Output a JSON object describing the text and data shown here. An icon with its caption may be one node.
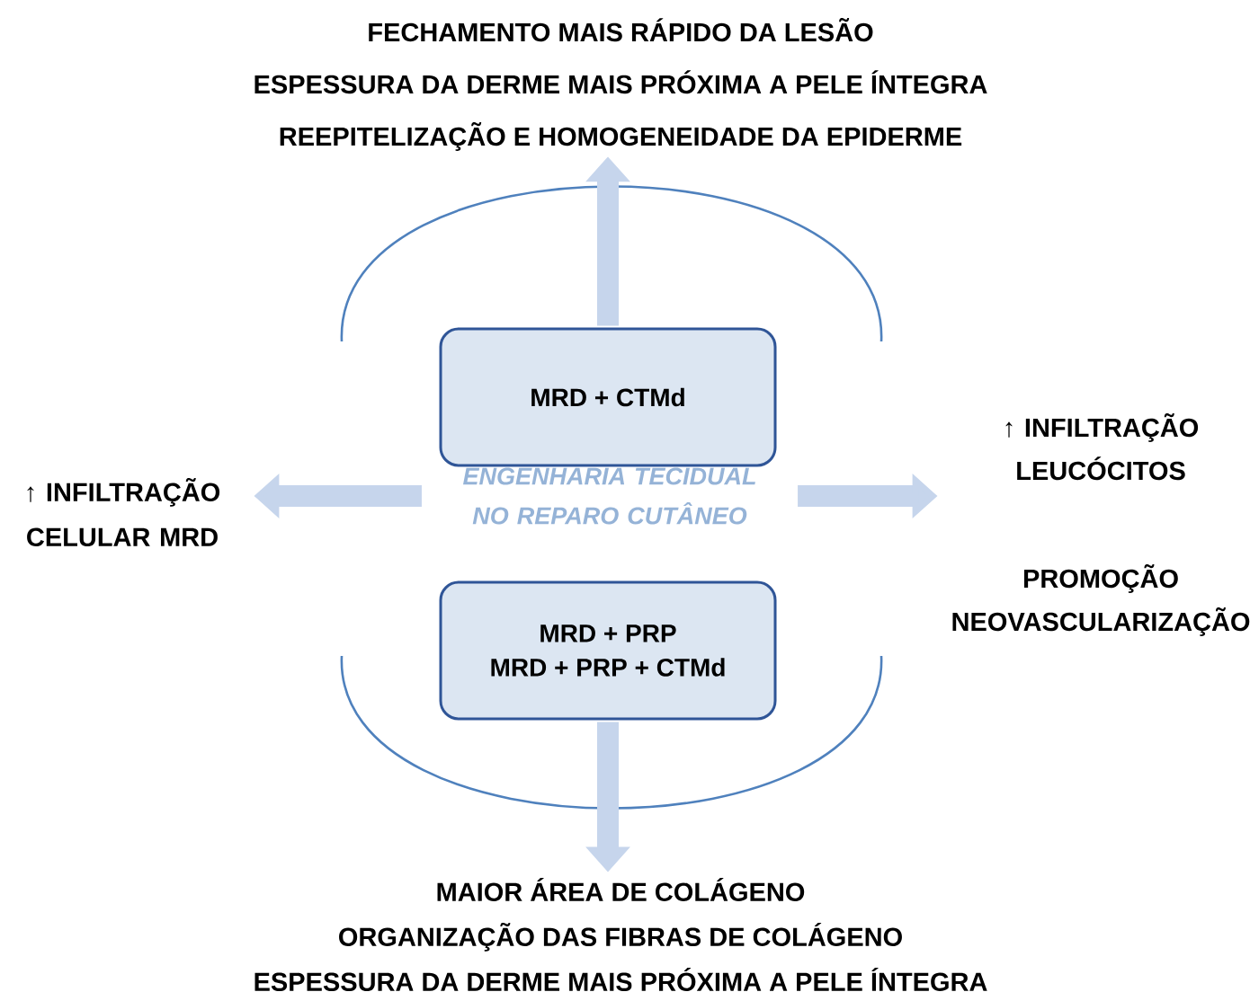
{
  "diagram": {
    "nodes": [
      {
        "text": [
          "FECHAMENTO MAIS RÁPIDO DA LESÃO",
          "ESPESSURA DA DERME MAIS PRÓXIMA A PELE ÍNTEGRA",
          "REEPITELIZAÇÃO E HOMOGENEIDADE DA EPIDERME"
        ]
      },
      {
        "text": [
          "↑ INFILTRAÇÃO CELULAR MRD"
        ]
      },
      {
        "text": [
          "MRD + CTMd"
        ]
      },
      {
        "text": [
          "ENGENHARIA TECIDUAL NO REPARO CUTÂNEO"
        ]
      },
      {
        "text": [
          "↑ INFILTRAÇÃO LEUCÓCITOS",
          "PROMOÇÃO NEOVASCULARIZAÇÃO"
        ]
      },
      {
        "text": [
          "MRD + PRP",
          "MRD + PRP + CTMd"
        ]
      },
      {
        "text": [
          "MAIOR ÁREA DE COLÁGENO",
          "ORGANIZAÇÃO DAS FIBRAS DE COLÁGENO",
          "ESPESSURA DA DERME MAIS PRÓXIMA A PELE ÍNTEGRA"
        ]
      }
    ],
    "edges": [
      {
        "from": 2,
        "to": 0,
        "arrow": "to"
      },
      {
        "from": 3,
        "to": 1,
        "arrow": "to"
      },
      {
        "from": 3,
        "to": 4,
        "arrow": "to"
      },
      {
        "from": 5,
        "to": 6,
        "arrow": "to"
      }
    ]
  }
}
